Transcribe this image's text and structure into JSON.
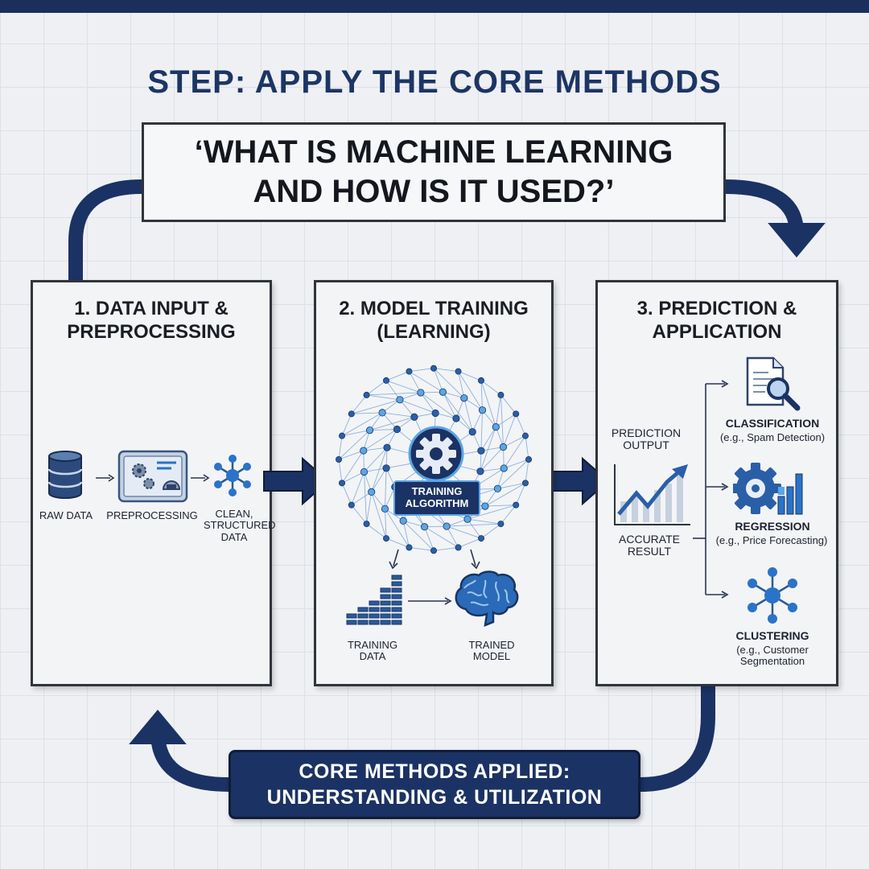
{
  "header": {
    "step_title": "STEP: APPLY THE CORE METHODS",
    "question_line1": "‘WHAT IS MACHINE LEARNING",
    "question_line2": "AND HOW IS IT USED?’"
  },
  "panels": [
    {
      "title_line1": "1. DATA INPUT &",
      "title_line2": "PREPROCESSING",
      "items": {
        "raw_data": "RAW DATA",
        "preprocessing": "PREPROCESSING",
        "clean_line1": "CLEAN,",
        "clean_line2": "STRUCTURED",
        "clean_line3": "DATA"
      }
    },
    {
      "title_line1": "2. MODEL TRAINING",
      "title_line2": "(LEARNING)",
      "items": {
        "algo_line1": "TRAINING",
        "algo_line2": "ALGORITHM",
        "training_data_line1": "TRAINING",
        "training_data_line2": "DATA",
        "trained_model_line1": "TRAINED",
        "trained_model_line2": "MODEL"
      }
    },
    {
      "title_line1": "3. PREDICTION &",
      "title_line2": "APPLICATION",
      "items": {
        "prediction_line1": "PREDICTION",
        "prediction_line2": "OUTPUT",
        "result_line1": "ACCURATE",
        "result_line2": "RESULT",
        "classification": "CLASSIFICATION",
        "classification_example": "(e.g., Spam Detection)",
        "regression": "REGRESSION",
        "regression_example": "(e.g., Price Forecasting)",
        "clustering": "CLUSTERING",
        "clustering_example_line1": "(e.g., Customer",
        "clustering_example_line2": "Segmentation"
      }
    }
  ],
  "footer": {
    "line1": "CORE METHODS APPLIED:",
    "line2": "UNDERSTANDING & UTILIZATION"
  },
  "colors": {
    "navy": "#1b3264",
    "accent_blue": "#2a73c8",
    "light_blue": "#5aa6e6",
    "frame": "#30343b"
  },
  "icons": [
    "database-icon",
    "gears-dashboard-icon",
    "network-icon",
    "neural-network-icon",
    "gear-icon",
    "bar-chart-icon",
    "brain-icon",
    "trend-chart-icon",
    "document-search-icon",
    "gear-chart-icon",
    "cluster-icon"
  ]
}
